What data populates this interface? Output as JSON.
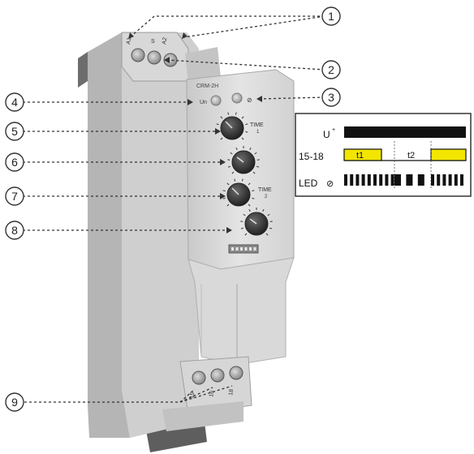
{
  "device": {
    "model_label": "CRM-2H",
    "terminal_labels_top": [
      "A1",
      "S",
      "A2"
    ],
    "terminal_labels_bottom": [
      "15",
      "16",
      "18"
    ],
    "led_label_un": "Un",
    "led_label_relay": "⊘",
    "time_label_1": "TIME",
    "time_sub_1": "1",
    "time_label_2": "TIME",
    "time_sub_2": "2"
  },
  "callouts": [
    {
      "number": "1",
      "target": "supply-terminals-a1-a2"
    },
    {
      "number": "2",
      "target": "control-terminal-s"
    },
    {
      "number": "3",
      "target": "relay-output-led"
    },
    {
      "number": "4",
      "target": "supply-voltage-led"
    },
    {
      "number": "5",
      "target": "time-range-dial-t1"
    },
    {
      "number": "6",
      "target": "fine-setting-dial-t1"
    },
    {
      "number": "7",
      "target": "time-range-dial-t2"
    },
    {
      "number": "8",
      "target": "fine-setting-dial-t2"
    },
    {
      "number": "9",
      "target": "output-terminals"
    }
  ],
  "timing_diagram": {
    "row_u_label": "U",
    "row_u_mark": "+",
    "row_relay_label": "15-18",
    "row_led_label": "LED",
    "led_icon": "⊘",
    "t1_label": "t1",
    "t2_label": "t2",
    "colors": {
      "signal": "#111111",
      "relay_on": "#f2e600",
      "frame": "#333333"
    }
  }
}
